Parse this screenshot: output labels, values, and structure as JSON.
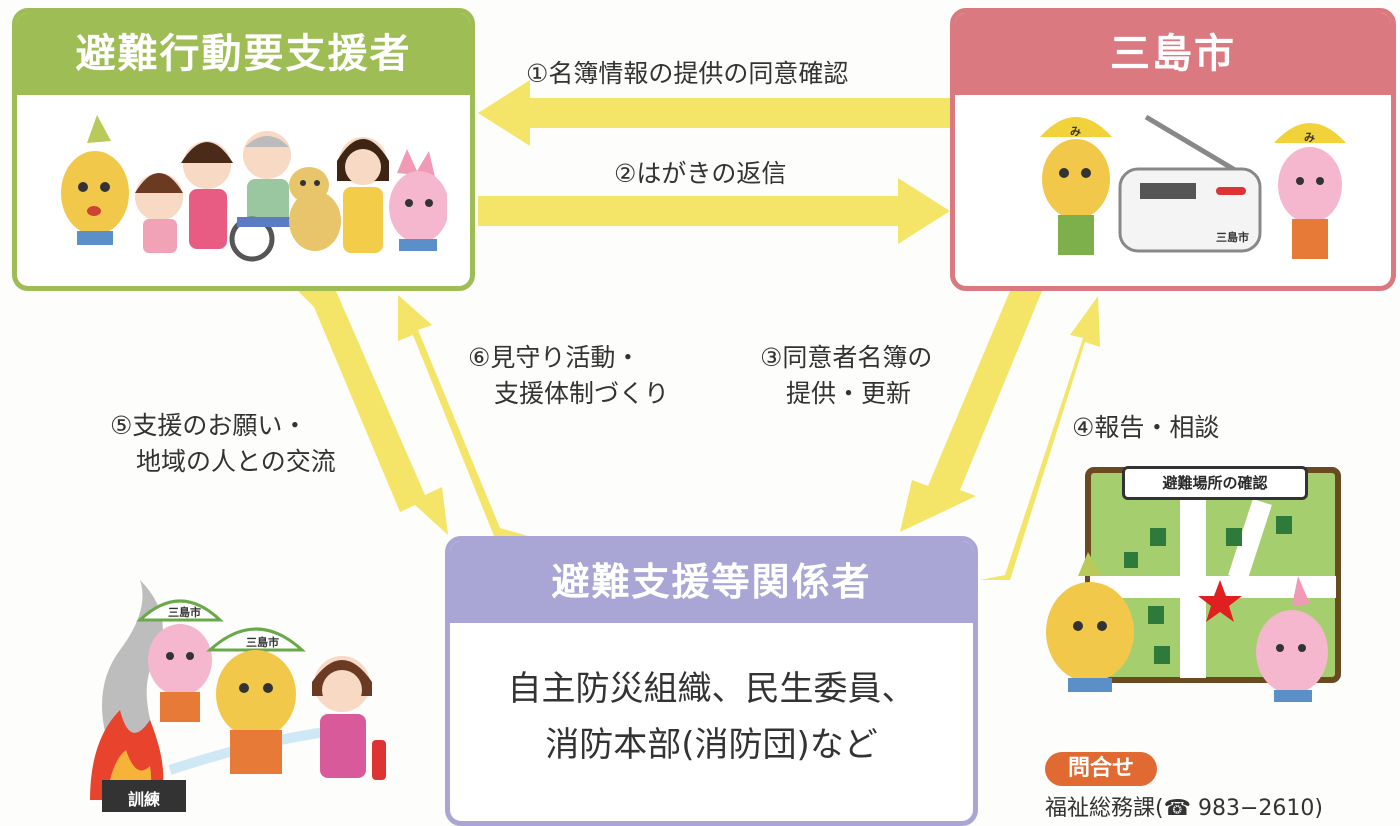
{
  "boxes": {
    "vulnerable": {
      "title": "避難行動要支援者"
    },
    "city": {
      "title": "三島市"
    },
    "supporters": {
      "title": "避難支援等関係者",
      "body_line1": "自主防災組織、民生委員、",
      "body_line2": "消防本部(消防団)など"
    }
  },
  "steps": {
    "s1": "①名簿情報の提供の同意確認",
    "s2": "②はがきの返信",
    "s3_line1": "③同意者名簿の",
    "s3_line2": "提供・更新",
    "s4": "④報告・相談",
    "s5_line1": "⑤支援のお願い・",
    "s5_line2": "地域の人との交流",
    "s6_line1": "⑥見守り活動・",
    "s6_line2": "支援体制づくり"
  },
  "illustrations": {
    "map_caption": "避難場所の確認",
    "drill_sign": "訓練",
    "helmet_text": "三島市",
    "radio_label": "三島市",
    "helmet_mark": "み"
  },
  "contact": {
    "badge": "問合せ",
    "text": "福祉総務課(☎ 983−2610)"
  },
  "colors": {
    "arrow": "#f4e467",
    "vulnerable": "#9ebd55",
    "city": "#da7a80",
    "supporters": "#a9a6d6",
    "badge": "#e06a32"
  }
}
